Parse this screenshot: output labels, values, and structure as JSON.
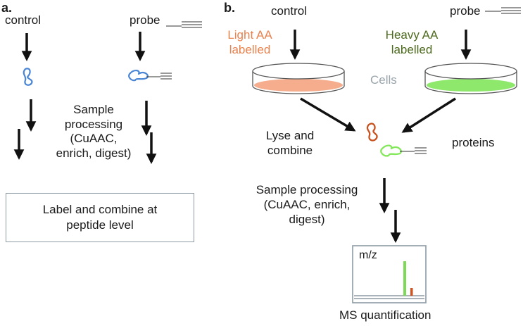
{
  "panel_a": {
    "letter": "a.",
    "control_label": "control",
    "probe_label": "probe",
    "processing_label": "Sample\nprocessing\n(CuAAC,\nenrich, digest)",
    "box_label": "Label and combine at\npeptide level"
  },
  "panel_b": {
    "letter": "b.",
    "control_label": "control",
    "probe_label": "probe",
    "light_label": "Light AA\nlabelled",
    "heavy_label": "Heavy AA\nlabelled",
    "cells_label": "Cells",
    "lyse_label": "Lyse and\ncombine",
    "proteins_label": "proteins",
    "processing_label": "Sample processing\n(CuAAC, enrich,\ndigest)",
    "spectrum_axis_label": "m/z",
    "ms_label": "MS quantification"
  },
  "colors": {
    "light": "#e8824e",
    "light_fill": "#f6ad8d",
    "heavy": "#4d6a1e",
    "heavy_fill": "#8ee86c",
    "cells": "#9aa4ab",
    "protein_blue": "#4a86d4",
    "protein_orange": "#c8521f",
    "protein_green": "#82e85a",
    "peak_heavy": "#7ed957",
    "peak_light": "#d2531f"
  }
}
